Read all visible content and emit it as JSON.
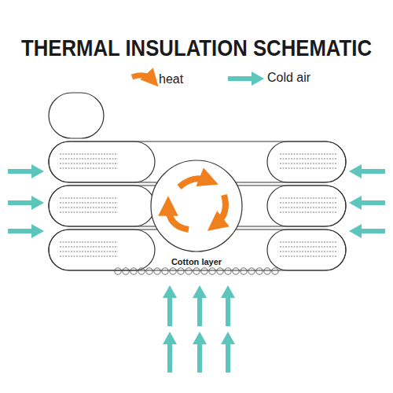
{
  "diagram": {
    "title": "THERMAL INSULATION SCHEMATIC",
    "labels": [
      "Cotton layer"
    ],
    "legend": [
      {
        "text": "heat"
      },
      {
        "text": "Cold air"
      }
    ]
  }
}
